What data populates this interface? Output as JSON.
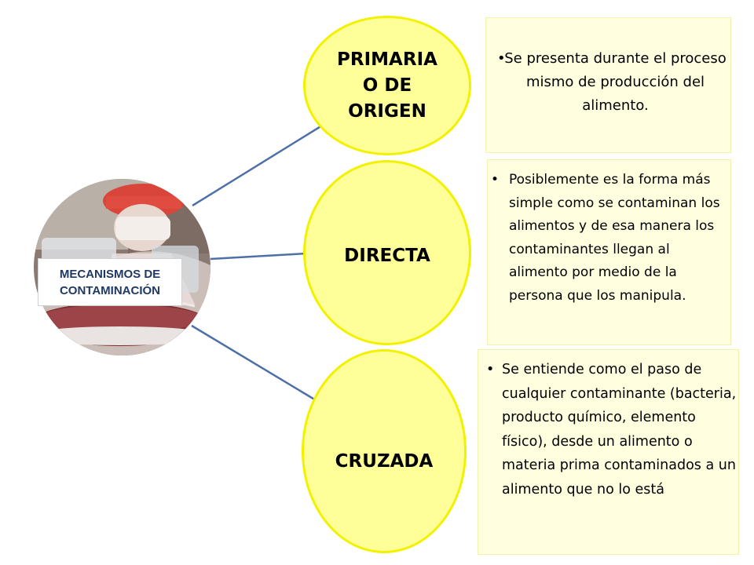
{
  "center": {
    "label": "MECANISMOS DE\nCONTAMINACIÓN",
    "photo_icon": "food-handler-photo"
  },
  "branches": [
    {
      "title": "PRIMARIA\nO DE\nORIGEN",
      "description": "Se presenta durante el proceso mismo de producción del alimento."
    },
    {
      "title": "DIRECTA",
      "description": "Posiblemente es la forma más simple como se contaminan los alimentos y de esa manera los contaminantes llegan al alimento por medio de la persona que los manipula."
    },
    {
      "title": "CRUZADA",
      "description": "Se entiende como el paso de cualquier contaminante (bacteria, producto químico, elemento físico), desde un alimento o materia prima contaminados a un alimento que no lo está"
    }
  ],
  "colors": {
    "ellipse_fill": "#ffff99",
    "ellipse_border": "#f2f200",
    "description_fill": "#ffffe0",
    "connector": "#4f6fa8",
    "center_label_text": "#1f3864"
  }
}
